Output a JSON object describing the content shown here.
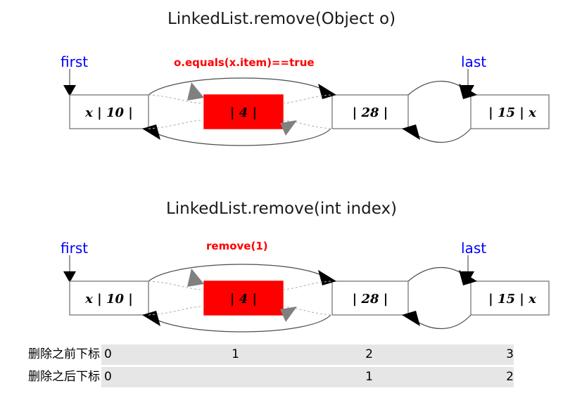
{
  "diagrams": [
    {
      "title": "LinkedList.remove(Object o)",
      "first_label": "first",
      "last_label": "last",
      "op_label": "o.equals(x.item)==true",
      "nodes": [
        {
          "text": "x | 10 |",
          "highlight": false
        },
        {
          "text": "| 4 |",
          "highlight": true
        },
        {
          "text": "| 28 |",
          "highlight": false
        },
        {
          "text": "| 15 | x",
          "highlight": false
        }
      ]
    },
    {
      "title": "LinkedList.remove(int index)",
      "first_label": "first",
      "last_label": "last",
      "op_label": "remove(1)",
      "nodes": [
        {
          "text": "x | 10 |",
          "highlight": false
        },
        {
          "text": "| 4 |",
          "highlight": true
        },
        {
          "text": "| 28 |",
          "highlight": false
        },
        {
          "text": "| 15 | x",
          "highlight": false
        }
      ]
    }
  ],
  "index_table": {
    "rows": [
      {
        "label": "删除之前下标",
        "cells": [
          "0",
          "1",
          "2",
          "3"
        ]
      },
      {
        "label": "删除之后下标",
        "cells": [
          "0",
          "",
          "1",
          "2"
        ]
      }
    ]
  },
  "colors": {
    "highlight": "#ff0000",
    "pointer_label": "#0000ff",
    "op_label": "#ff0000",
    "band": "#e6e6e6",
    "box_stroke": "#808080",
    "link_stroke": "#4d4d4d",
    "arrow_dark": "#000000",
    "arrow_gray": "#808080"
  }
}
